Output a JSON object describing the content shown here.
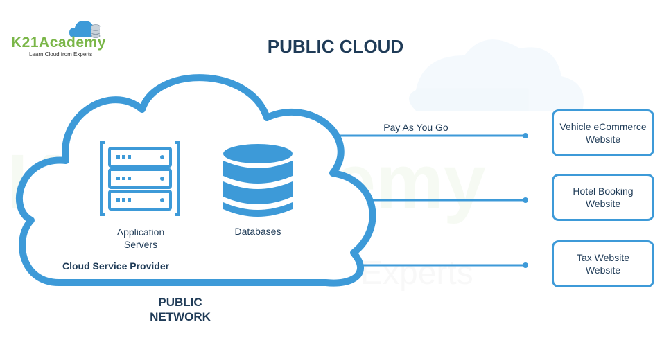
{
  "logo": {
    "name": "K21Academy",
    "tagline": "Learn Cloud from Experts"
  },
  "title": "PUBLIC CLOUD",
  "cloud": {
    "app_servers_label_line1": "Application",
    "app_servers_label_line2": "Servers",
    "databases_label": "Databases",
    "provider_label": "Cloud Service Provider"
  },
  "network_label_line1": "PUBLIC",
  "network_label_line2": "NETWORK",
  "connection_label": "Pay As You Go",
  "websites": [
    {
      "line1": "Vehicle eCommerce",
      "line2": "Website"
    },
    {
      "line1": "Hotel Booking",
      "line2": "Website"
    },
    {
      "line1": "Tax Website",
      "line2": "Website"
    }
  ],
  "colors": {
    "accent": "#3d9ad8",
    "text": "#1f3b57",
    "logo_green": "#7ab648"
  }
}
